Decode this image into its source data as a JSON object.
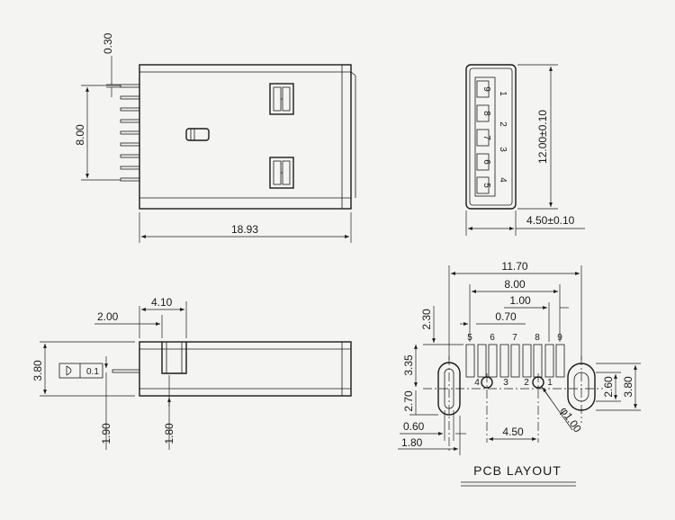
{
  "top_view": {
    "dim_pin_pitch": "0.30",
    "dim_pin_span": "8.00",
    "dim_length": "18.93"
  },
  "end_view": {
    "pin_numbers": [
      "9",
      "8",
      "7",
      "6",
      "5"
    ],
    "contact_numbers": [
      "1",
      "2",
      "3",
      "4"
    ],
    "dim_width": "12.00±0.10",
    "dim_height": "4.50±0.10"
  },
  "side_view": {
    "dim_a": "2.00",
    "dim_b": "4.10",
    "dim_height": "3.80",
    "dim_c": "1.90",
    "dim_d": "1.80",
    "flatness_value": "0.1"
  },
  "pcb_layout": {
    "title": "PCB LAYOUT",
    "dim_total": "11.70",
    "dim_span": "8.00",
    "dim_pitch_1": "1.00",
    "dim_pitch_2": "0.70",
    "dim_row_offset": "2.30",
    "dim_slot_upper": "3.35",
    "dim_slot_lower": "2.70",
    "dim_slot_width": "0.60",
    "dim_slot_offset": "1.80",
    "dim_hole_spacing": "4.50",
    "dim_hole_diameter": "φ1.00",
    "dim_right_slot": "2.60",
    "dim_right_height": "3.80",
    "top_pin_labels": [
      "5",
      "6",
      "7",
      "8",
      "9"
    ],
    "bottom_pin_labels": [
      "4",
      "3",
      "2",
      "1"
    ]
  }
}
